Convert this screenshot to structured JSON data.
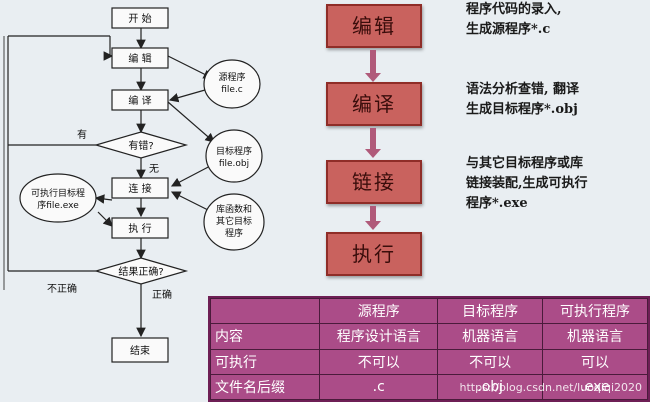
{
  "flowchart": {
    "start": "开  始",
    "edit": "编  辑",
    "compile": "编  译",
    "error_q": "有错?",
    "link": "连  接",
    "run": "执  行",
    "result_q": "结果正确?",
    "end": "结束",
    "yes_label": "有",
    "no_label": "无",
    "incorrect_label": "不正确",
    "correct_label": "正确",
    "file_source": [
      "源程序",
      "file.c"
    ],
    "file_object": [
      "目标程序",
      "file.obj"
    ],
    "file_library": [
      "库函数和",
      "其它目标",
      "程序"
    ],
    "file_exe": [
      "可执行目标程",
      "序file.exe"
    ]
  },
  "stages": {
    "edit": "编辑",
    "compile": "编译",
    "link": "链接",
    "run": "执行"
  },
  "descriptions": {
    "edit": [
      "程序代码的录入,",
      "生成源程序*.c"
    ],
    "compile": [
      "语法分析查错, 翻译",
      "生成目标程序*.obj"
    ],
    "link": [
      "与其它目标程序或库",
      "链接装配,生成可执行",
      "程序*.exe"
    ]
  },
  "table": {
    "headers": [
      "",
      "源程序",
      "目标程序",
      "可执行程序"
    ],
    "rows": [
      [
        "内容",
        "程序设计语言",
        "机器语言",
        "机器语言"
      ],
      [
        "可执行",
        "不可以",
        "不可以",
        "可以"
      ],
      [
        "文件名后缀",
        ".c",
        ".obj",
        ".exe"
      ]
    ]
  },
  "watermark": "https://blog.csdn.net/luoqiqi2020",
  "colors": {
    "stage_fill": "#c9625e",
    "table_fill": "#ab4c88",
    "background": "#e9eef2"
  }
}
